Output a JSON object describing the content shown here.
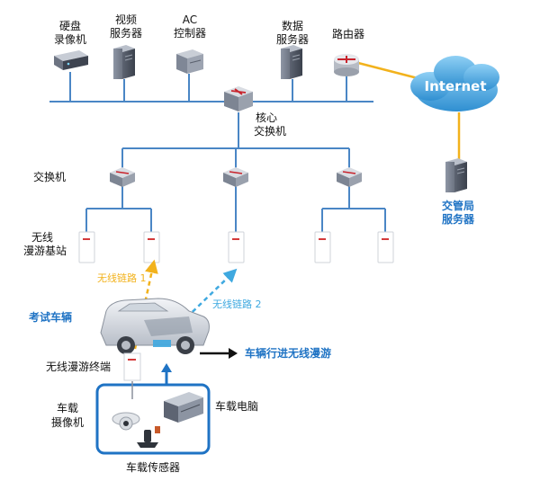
{
  "colors": {
    "network_line": "#4a86c5",
    "internet_link": "#f2b21c",
    "wireless_link_1": "#f2b21c",
    "wireless_link_2": "#3fa9e0",
    "cloud": "#4aa3df",
    "highlight_text": "#1f73c4",
    "vehicle_box": "#1f73c4"
  },
  "devices": {
    "hdd_recorder": [
      "硬盘",
      "录像机"
    ],
    "video_server": [
      "视频",
      "服务器"
    ],
    "ac_controller": [
      "AC",
      "控制器"
    ],
    "data_server": [
      "数据",
      "服务器"
    ],
    "router": [
      "路由器"
    ],
    "core_switch": [
      "核心",
      "交换机"
    ],
    "switch": [
      "交换机"
    ],
    "base_station": [
      "无线",
      "漫游基站"
    ],
    "traffic_server": [
      "交管局",
      "服务器"
    ]
  },
  "internet": "Internet",
  "links": {
    "wireless_link_1": "无线链路 1",
    "wireless_link_2": "无线链路 2"
  },
  "vehicle": {
    "exam_vehicle": "考试车辆",
    "roaming_terminal": "无线漫游终端",
    "roaming_caption": "车辆行进无线漫游",
    "camera": [
      "车载",
      "摄像机"
    ],
    "computer": "车载电脑",
    "sensor": "车载传感器"
  }
}
